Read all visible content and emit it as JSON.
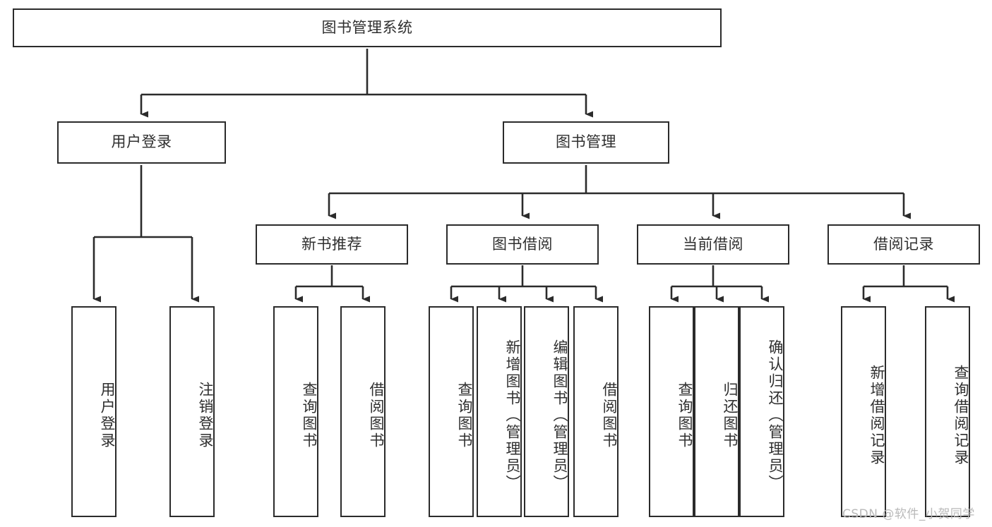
{
  "diagram": {
    "title": "图书管理系统",
    "type": "tree-hierarchy-chart",
    "watermark": "CSDN @软件_小贺同学",
    "colors": {
      "stroke": "#2b2b2b",
      "fill": "#ffffff",
      "text": "#2f2f2f",
      "watermark": "#b9b9b9"
    },
    "levels": {
      "root": {
        "label": "图书管理系统"
      },
      "level2": [
        {
          "label": "用户登录"
        },
        {
          "label": "图书管理"
        }
      ],
      "level3": [
        {
          "label": "新书推荐"
        },
        {
          "label": "图书借阅"
        },
        {
          "label": "当前借阅"
        },
        {
          "label": "借阅记录"
        }
      ],
      "leaves": [
        {
          "label": "用户登录",
          "parent": "用户登录"
        },
        {
          "label": "注销登录",
          "parent": "用户登录"
        },
        {
          "label": "查询图书",
          "parent": "新书推荐"
        },
        {
          "label": "借阅图书",
          "parent": "新书推荐"
        },
        {
          "label": "查询图书",
          "parent": "图书借阅"
        },
        {
          "label": "新增图书（管理员）",
          "parent": "图书借阅"
        },
        {
          "label": "编辑图书（管理员）",
          "parent": "图书借阅"
        },
        {
          "label": "借阅图书",
          "parent": "图书借阅"
        },
        {
          "label": "查询图书",
          "parent": "当前借阅"
        },
        {
          "label": "归还图书",
          "parent": "当前借阅"
        },
        {
          "label": "确认归还（管理员）",
          "parent": "当前借阅"
        },
        {
          "label": "新增借阅记录",
          "parent": "借阅记录"
        },
        {
          "label": "查询借阅记录",
          "parent": "借阅记录"
        }
      ]
    }
  }
}
